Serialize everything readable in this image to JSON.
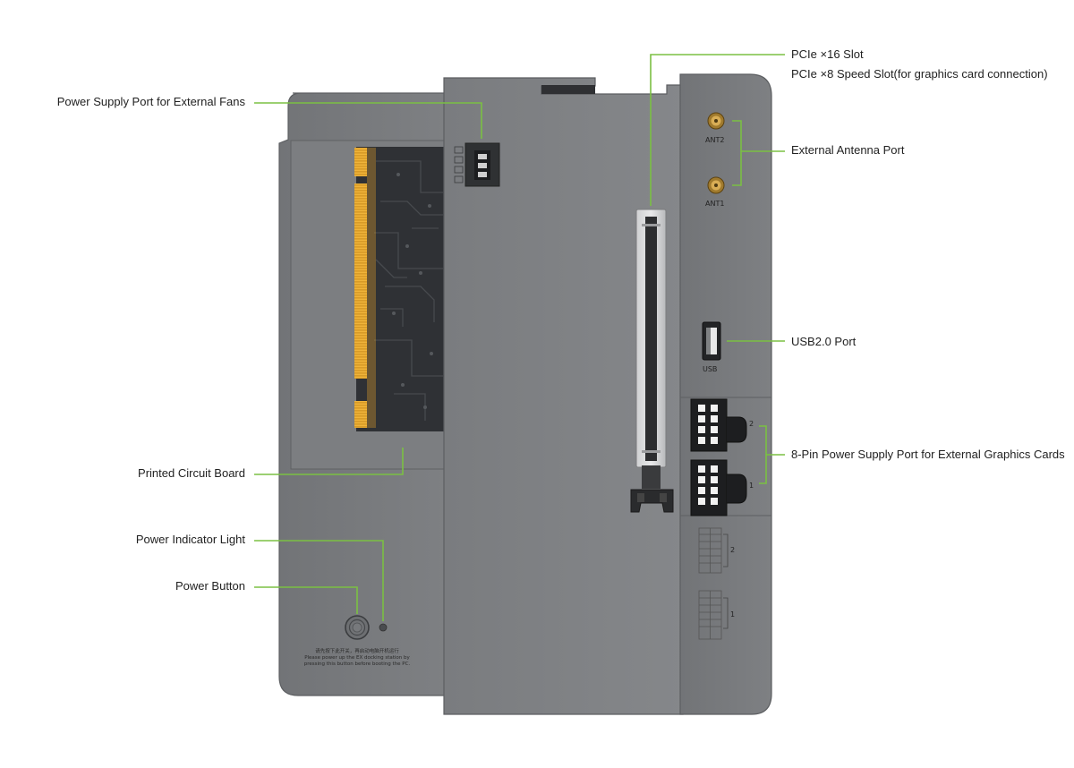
{
  "callouts": {
    "fans": "Power Supply Port for External Fans",
    "pcb": "Printed Circuit Board",
    "power_light": "Power Indicator Light",
    "power_button": "Power Button",
    "pcie_x16": "PCIe ×16 Slot",
    "pcie_x8": "PCIe ×8 Speed Slot(for graphics card connection)",
    "antenna": "External Antenna Port",
    "usb": "USB2.0 Port",
    "eight_pin": "8-Pin Power Supply Port for External Graphics Cards"
  },
  "device_labels": {
    "ant2": "ANT2",
    "ant1": "ANT1",
    "usb": "USB",
    "conn_2": "2",
    "conn_1": "1",
    "pin_map_2": "2",
    "pin_map_1": "1"
  },
  "fine_print": {
    "chinese": "请先按下此开关，再启动电脑开机运行",
    "english_line1": "Please power up the EX docking station by",
    "english_line2": "pressing this button before booting the PC."
  },
  "colors": {
    "callout_line": "#7bc043",
    "body_dark": "#6f7174",
    "body_mid": "#7b7d80",
    "gold_contacts": "#e2a12a",
    "pcb": "#2b2d30"
  }
}
